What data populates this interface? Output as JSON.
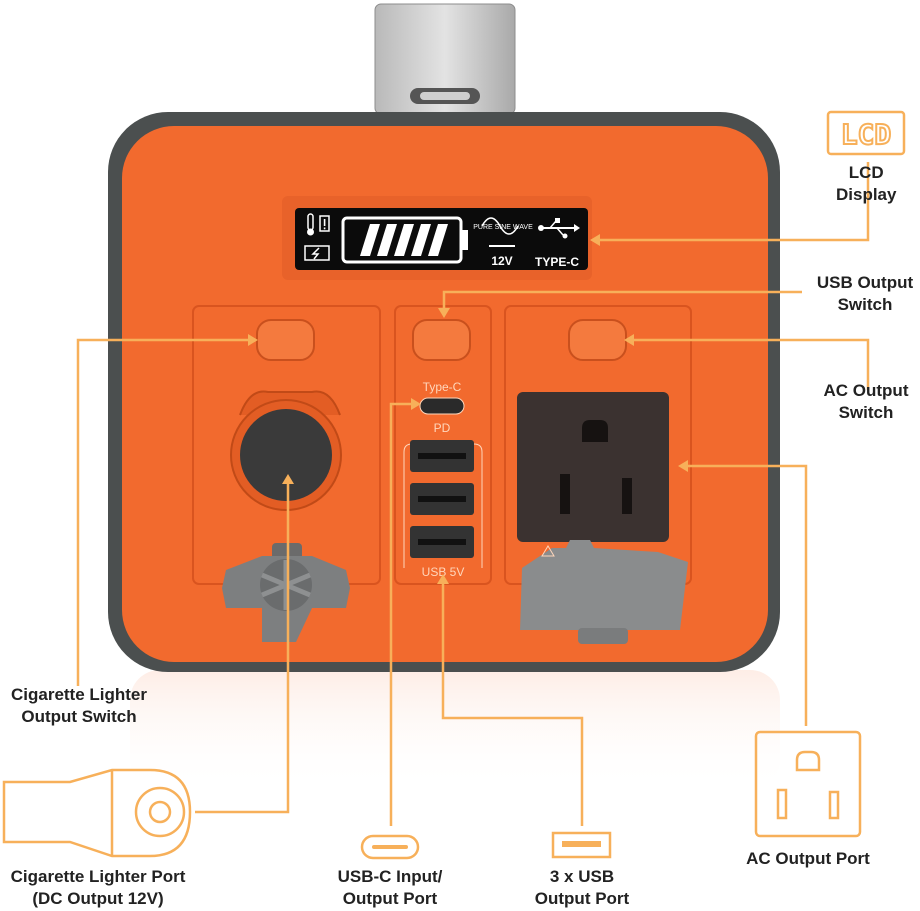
{
  "lcd_icon_text": "LCD",
  "screen": {
    "sine_label": "PURE SINE WAVE",
    "voltage": "12V",
    "typec": "TYPE-C"
  },
  "ports": {
    "typec": "Type-C",
    "pd": "PD",
    "usb5v": "USB 5V"
  },
  "labels": {
    "lcd_display": [
      "LCD",
      "Display"
    ],
    "usb_output_switch": [
      "USB Output",
      "Switch"
    ],
    "ac_output_switch": [
      "AC Output",
      "Switch"
    ],
    "cig_output_switch": [
      "Cigarette Lighter",
      "Output Switch"
    ],
    "cig_port": [
      "Cigarette Lighter Port",
      "(DC Output 12V)"
    ],
    "usbc_port": [
      "USB-C Input/",
      "Output Port"
    ],
    "usb_ports": [
      "3 x USB",
      "Output Port"
    ],
    "ac_port": [
      "AC Output Port"
    ]
  },
  "colors": {
    "body_orange": "#f26a2e",
    "leader_line": "#f7b05a",
    "frame_dark": "#4b4f4f"
  },
  "icons": [
    "thermometer-icon",
    "warning-icon",
    "charging-icon",
    "battery-icon",
    "usb-symbol-icon",
    "power-outlet-icon",
    "car-charger-icon"
  ]
}
